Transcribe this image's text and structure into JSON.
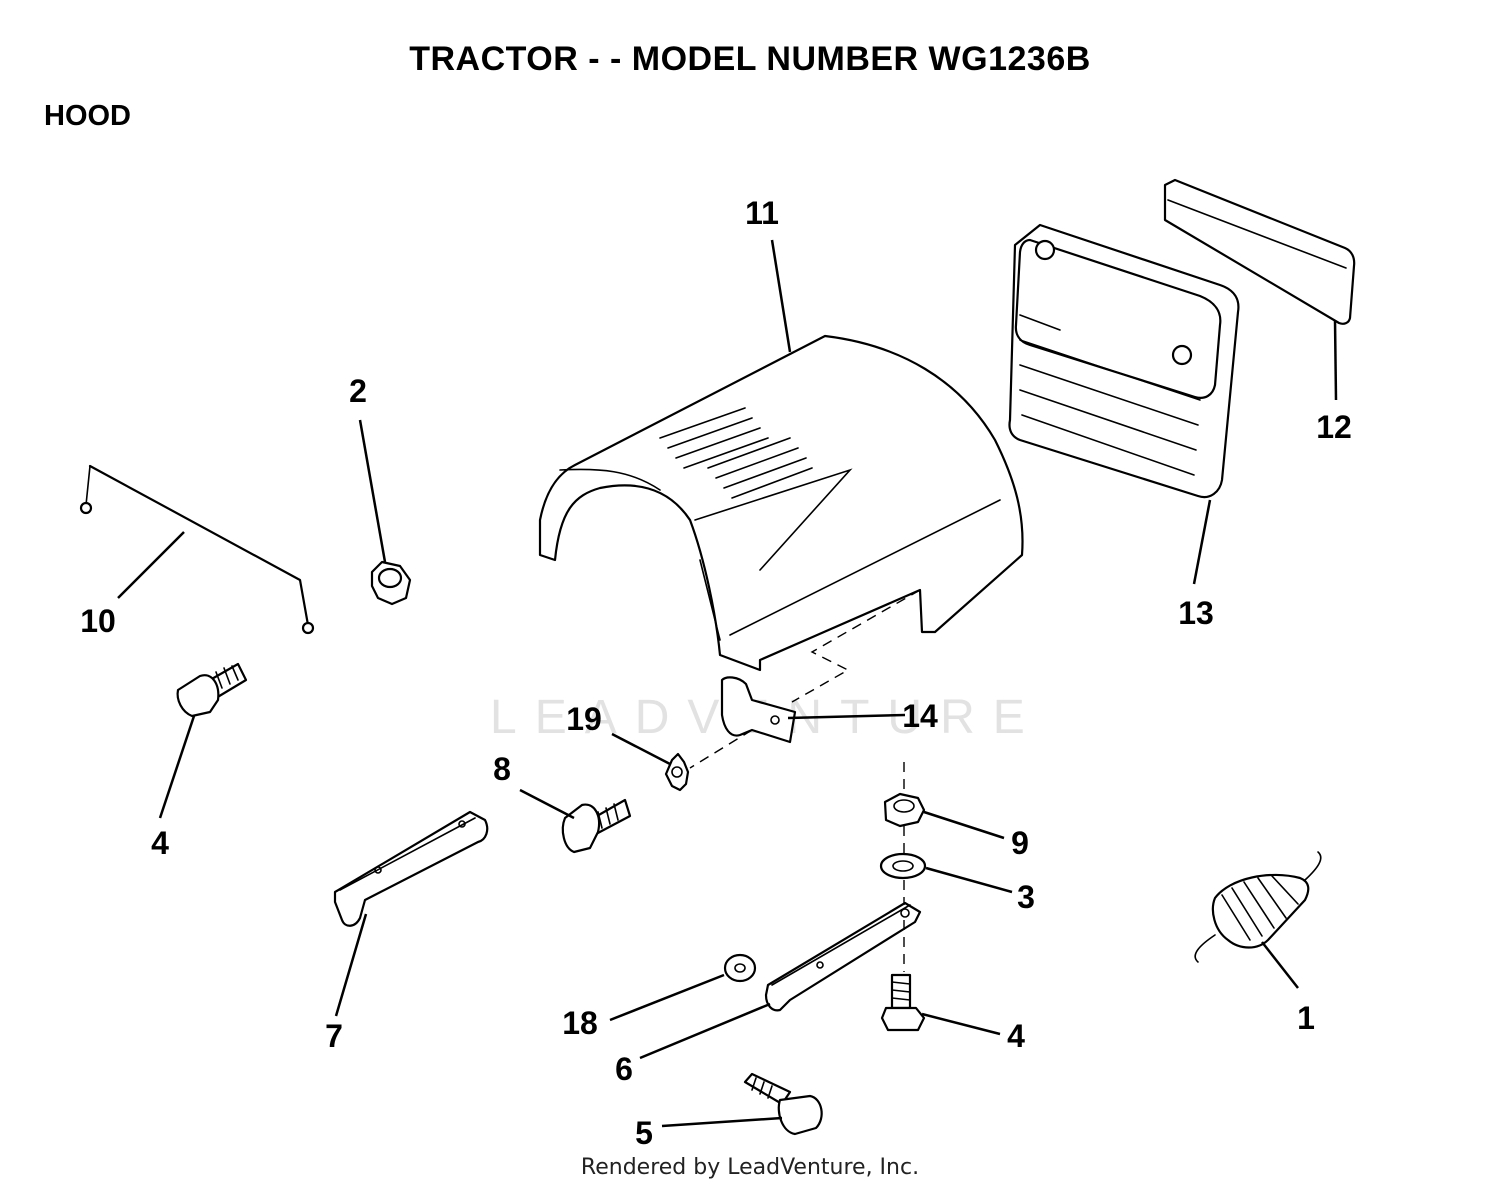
{
  "title": "TRACTOR - - MODEL NUMBER WG1236B",
  "section": "HOOD",
  "footer": "Rendered by LeadVenture, Inc.",
  "watermark": "LEADVENTURE",
  "callouts": [
    {
      "id": "c11",
      "label": "11"
    },
    {
      "id": "c12",
      "label": "12"
    },
    {
      "id": "c13",
      "label": "13"
    },
    {
      "id": "c2",
      "label": "2"
    },
    {
      "id": "c10",
      "label": "10"
    },
    {
      "id": "c4a",
      "label": "4"
    },
    {
      "id": "c14",
      "label": "14"
    },
    {
      "id": "c19",
      "label": "19"
    },
    {
      "id": "c8",
      "label": "8"
    },
    {
      "id": "c9",
      "label": "9"
    },
    {
      "id": "c3",
      "label": "3"
    },
    {
      "id": "c7",
      "label": "7"
    },
    {
      "id": "c18",
      "label": "18"
    },
    {
      "id": "c6",
      "label": "6"
    },
    {
      "id": "c4b",
      "label": "4"
    },
    {
      "id": "c1",
      "label": "1"
    },
    {
      "id": "c5",
      "label": "5"
    }
  ]
}
